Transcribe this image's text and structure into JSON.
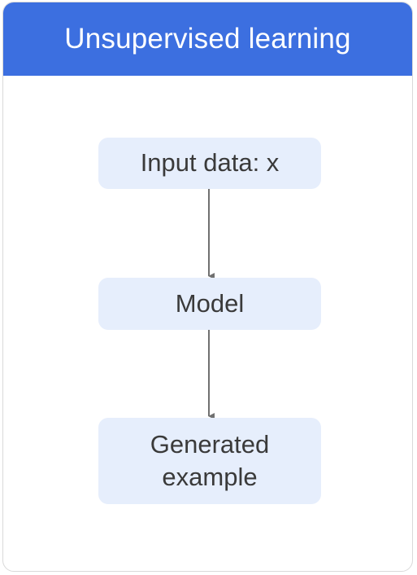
{
  "diagram": {
    "title": "Unsupervised learning",
    "nodes": [
      {
        "id": "input",
        "label": "Input data: x"
      },
      {
        "id": "model",
        "label": "Model"
      },
      {
        "id": "output",
        "label": "Generated\nexample"
      }
    ],
    "edges": [
      {
        "from": "input",
        "to": "model"
      },
      {
        "from": "model",
        "to": "output"
      }
    ]
  },
  "colors": {
    "header": "#3c6fe0",
    "node_fill": "#e6eefc",
    "arrow": "#707070",
    "text": "#3a3a3a"
  }
}
